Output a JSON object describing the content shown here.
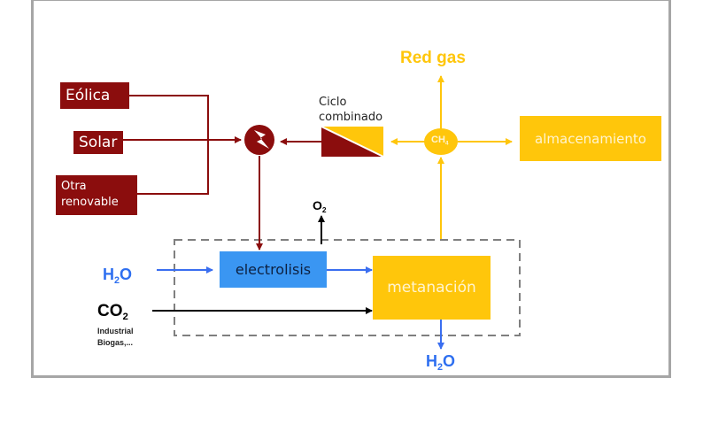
{
  "colors": {
    "renewable": "#8b0d0d",
    "gas": "#ffc60b",
    "electrolysis": "#3a96f2",
    "water_arrow": "#3a6ef0",
    "water_text": "#2e6ff0",
    "co2": "#000000",
    "frame": "#a6a6a6",
    "dashed": "#7f7f7f"
  },
  "sources": {
    "eolica": "Eólica",
    "solar": "Solar",
    "otra_line1": "Otra",
    "otra_line2": "renovable"
  },
  "power_node": {
    "icon": "lightning-icon"
  },
  "ciclo_combinado": {
    "line1": "Ciclo",
    "line2": "combinado"
  },
  "gas_network": {
    "label": "Red gas"
  },
  "ch4": {
    "base": "CH",
    "sub": "4"
  },
  "storage": {
    "label": "almacenamiento"
  },
  "electrolysis": {
    "label": "electrolisis"
  },
  "methanation": {
    "label": "metanación"
  },
  "inputs": {
    "h2o_in": {
      "base": "H",
      "sub": "2",
      "tail": "O"
    },
    "co2": {
      "base": "CO",
      "sub": "2"
    },
    "co2_sources_line1": "Industrial",
    "co2_sources_line2": "Biogas,..."
  },
  "outputs": {
    "o2": {
      "base": "O",
      "sub": "2"
    },
    "h2o_out": {
      "base": "H",
      "sub": "2",
      "tail": "O"
    }
  }
}
